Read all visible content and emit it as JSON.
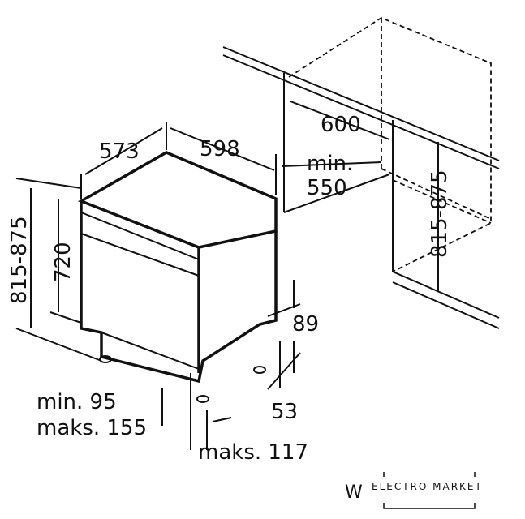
{
  "dimensions": {
    "depth": "573",
    "width": "598",
    "niche_width": "600",
    "niche_min_label": "min.",
    "niche_min_value": "550",
    "niche_height": "815-875",
    "total_height": "815-875",
    "body_height": "720",
    "plinth": "89",
    "plinth_depth": "53",
    "feet_min": "min. 95",
    "feet_max": "maks. 155",
    "feet_offset": "maks. 117"
  },
  "watermark": {
    "prefix": "W",
    "brand": "ELECTRO MARKET"
  }
}
